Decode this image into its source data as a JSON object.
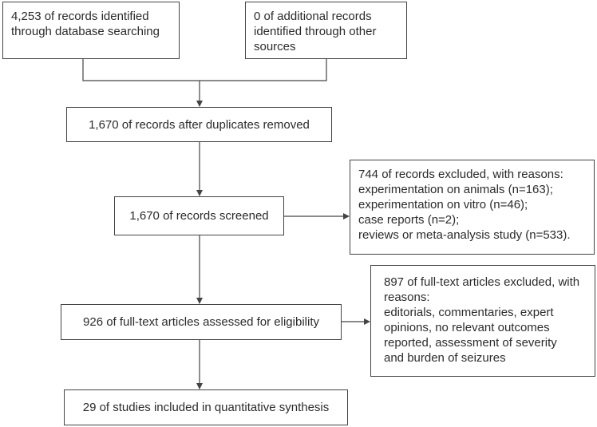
{
  "boxes": {
    "identified_db": "4,253 of records identified\nthrough database searching",
    "identified_other": "0 of additional records\nidentified through other\nsources",
    "after_duplicates": "1,670 of records after duplicates removed",
    "screened": "1,670 of records screened",
    "excluded_screening": "744 of records excluded, with reasons:\nexperimentation on animals (n=163);\nexperimentation on vitro (n=46);\ncase reports (n=2);\nreviews or meta-analysis study (n=533).",
    "assessed": "926 of full-text articles assessed for eligibility",
    "excluded_fulltext": "897 of full-text articles excluded, with\nreasons:\neditorials, commentaries, expert\nopinions, no relevant outcomes\nreported, assessment of severity\nand burden of seizures",
    "included": "29 of studies included in quantitative synthesis"
  },
  "colors": {
    "line": "#444444",
    "text": "#2b2b2b"
  }
}
